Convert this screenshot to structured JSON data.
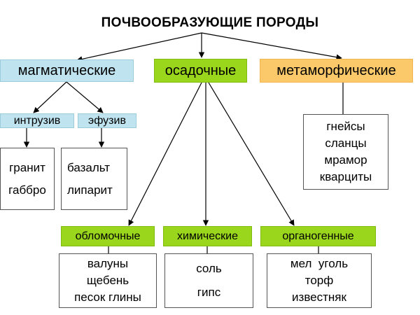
{
  "title": "ПОЧВООБРАЗУЮЩИЕ ПОРОДЫ",
  "categories": {
    "magmatic": "магматические",
    "sedimentary": "осадочные",
    "metamorphic": "метаморфические"
  },
  "magmatic_types": {
    "intrusive": "интрузив",
    "effusive": "эфузив"
  },
  "intrusive_rocks": [
    "гранит",
    "габбро"
  ],
  "effusive_rocks": [
    "базальт",
    "липарит"
  ],
  "metamorphic_rocks": [
    "гнейсы",
    "сланцы",
    "мрамор",
    "кварциты"
  ],
  "sedimentary_types": {
    "clastic": "обломочные",
    "chemical": "химические",
    "organogenic": "органогенные"
  },
  "clastic_rocks": [
    "валуны",
    "щебень",
    "песок глины"
  ],
  "chemical_rocks": [
    "соль",
    "гипс"
  ],
  "organogenic_rocks": [
    "мел  уголь",
    "торф",
    "известняк"
  ],
  "colors": {
    "magmatic": "#bfe3ef",
    "sedimentary": "#99d61c",
    "metamorphic": "#fcc96a"
  }
}
